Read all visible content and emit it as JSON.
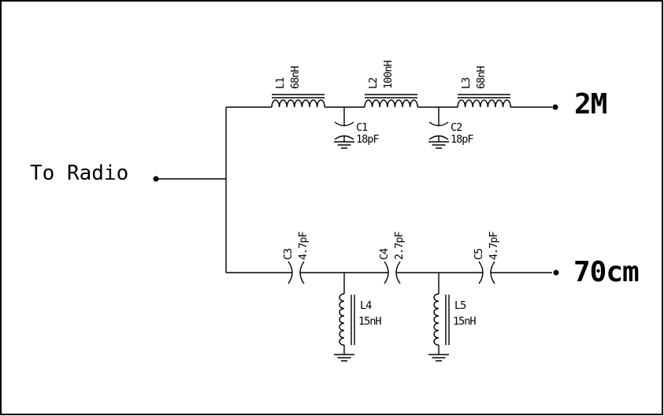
{
  "schematic": {
    "kind": "diplexer-filter-schematic",
    "colors": {
      "line": "#000000",
      "background": "#ffffff"
    },
    "ports": {
      "input": "To Radio",
      "low_pass_output": "2M",
      "high_pass_output": "70cm"
    },
    "low_pass_branch": {
      "series_inductors": [
        {
          "ref": "L1",
          "value": "68nH"
        },
        {
          "ref": "L2",
          "value": "100nH"
        },
        {
          "ref": "L3",
          "value": "68nH"
        }
      ],
      "shunt_capacitors": [
        {
          "ref": "C1",
          "value": "18pF"
        },
        {
          "ref": "C2",
          "value": "18pF"
        }
      ]
    },
    "high_pass_branch": {
      "series_capacitors": [
        {
          "ref": "C3",
          "value": "4.7pF"
        },
        {
          "ref": "C4",
          "value": "2.7pF"
        },
        {
          "ref": "C5",
          "value": "4.7pF"
        }
      ],
      "shunt_inductors": [
        {
          "ref": "L4",
          "value": "15nH"
        },
        {
          "ref": "L5",
          "value": "15nH"
        }
      ]
    }
  }
}
